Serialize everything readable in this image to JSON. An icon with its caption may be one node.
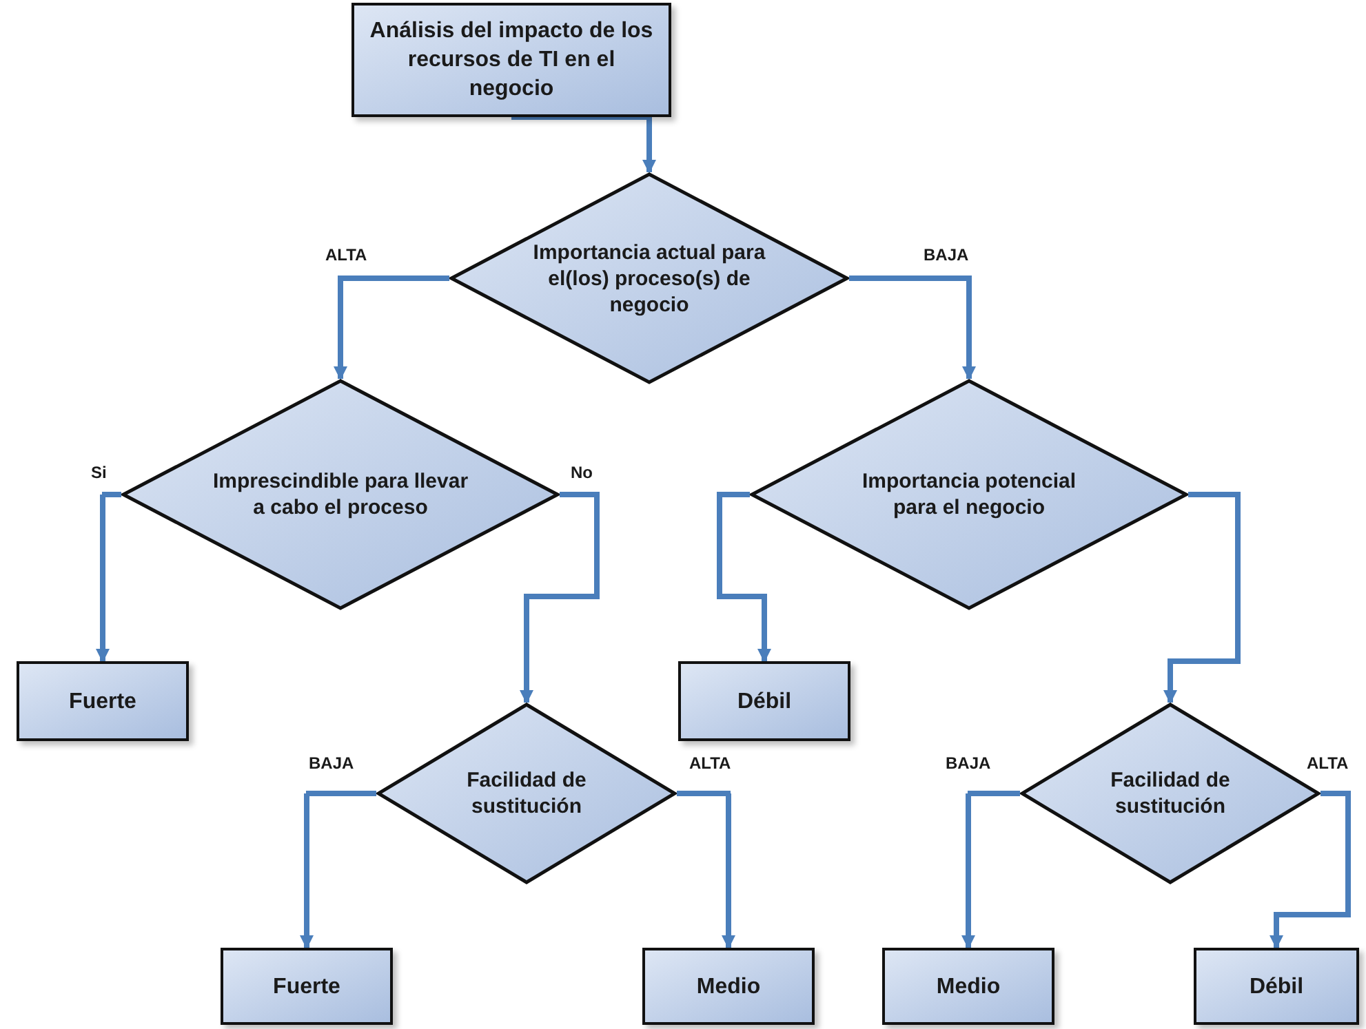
{
  "diagram": {
    "nodes": [
      {
        "text": [
          "Análisis del impacto de los recursos de TI en el negocio"
        ]
      },
      {
        "text": [
          "Importancia actual para el(los) proceso(s) de negocio"
        ]
      },
      {
        "text": [
          "Imprescindible para llevar a cabo el proceso"
        ]
      },
      {
        "text": [
          "Importancia potencial para el negocio"
        ]
      },
      {
        "text": [
          "Fuerte"
        ]
      },
      {
        "text": [
          "Débil"
        ]
      },
      {
        "text": [
          "Facilidad de sustitución"
        ]
      },
      {
        "text": [
          "Facilidad de sustitución"
        ]
      },
      {
        "text": [
          "Fuerte"
        ]
      },
      {
        "text": [
          "Medio"
        ]
      },
      {
        "text": [
          "Medio"
        ]
      },
      {
        "text": [
          "Débil"
        ]
      }
    ],
    "edges": [
      {
        "from": 0,
        "to": 1,
        "arrow": "to"
      },
      {
        "from": 1,
        "to": 2,
        "arrow": "to",
        "label": "ALTA"
      },
      {
        "from": 1,
        "to": 3,
        "arrow": "to",
        "label": "BAJA"
      },
      {
        "from": 2,
        "to": 4,
        "arrow": "to",
        "label": "Si"
      },
      {
        "from": 2,
        "to": 6,
        "arrow": "to",
        "label": "No"
      },
      {
        "from": 3,
        "to": 5,
        "arrow": "to"
      },
      {
        "from": 3,
        "to": 7,
        "arrow": "to"
      },
      {
        "from": 6,
        "to": 8,
        "arrow": "to",
        "label": "BAJA"
      },
      {
        "from": 6,
        "to": 9,
        "arrow": "to",
        "label": "ALTA"
      },
      {
        "from": 7,
        "to": 10,
        "arrow": "to",
        "label": "BAJA"
      },
      {
        "from": 7,
        "to": 11,
        "arrow": "to",
        "label": "ALTA"
      }
    ]
  }
}
